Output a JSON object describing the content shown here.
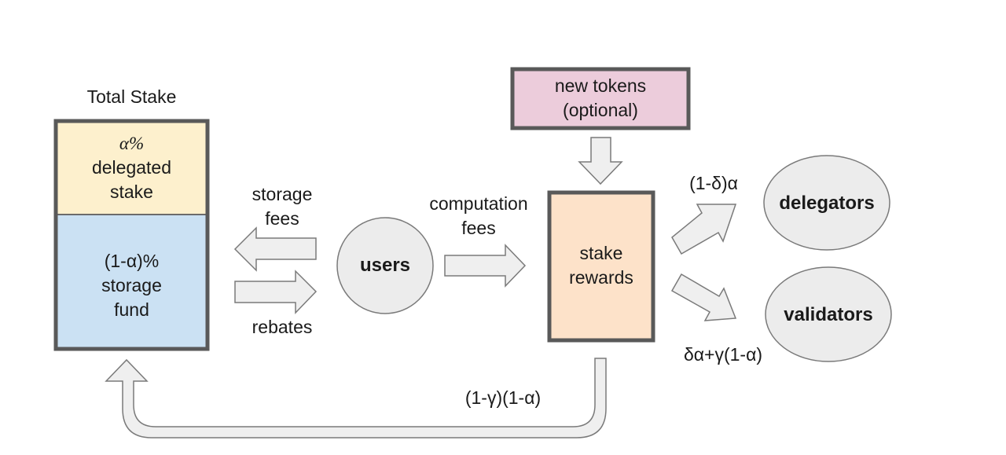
{
  "diagram": {
    "total_stake": {
      "title": "Total Stake",
      "delegated": {
        "line1": "α%",
        "line2": "delegated",
        "line3": "stake",
        "color": "#fdf0cd"
      },
      "storage_fund": {
        "line1": "(1-α)%",
        "line2": "storage",
        "line3": "fund",
        "color": "#cbe1f3"
      }
    },
    "storage_fees": {
      "line1": "storage",
      "line2": "fees"
    },
    "rebates": "rebates",
    "users": "users",
    "computation_fees": {
      "line1": "computation",
      "line2": "fees"
    },
    "new_tokens": {
      "line1": "new tokens",
      "line2": "(optional)",
      "color": "#ecccdb"
    },
    "stake_rewards": {
      "line1": "stake",
      "line2": "rewards",
      "color": "#fde2c9"
    },
    "delegators": "delegators",
    "validators": "validators",
    "delegators_share": "(1-δ)α",
    "validators_share": "δα+γ(1-α)",
    "storage_fund_return": "(1-γ)(1-α)",
    "colors": {
      "box_border": "#595959",
      "arrow_fill": "#efefef",
      "arrow_stroke": "#7a7a7a",
      "node_fill": "#ececec"
    }
  }
}
